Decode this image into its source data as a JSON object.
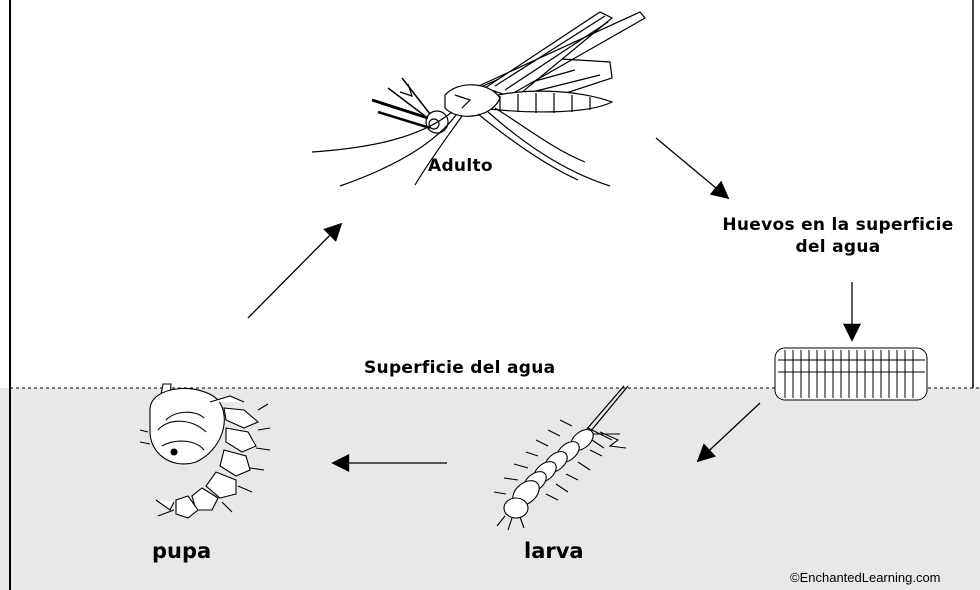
{
  "labels": {
    "adult": "Adulto",
    "eggs_line1": "Huevos en la superficie",
    "eggs_line2": "del agua",
    "surface": "Superficie del agua",
    "larva": "larva",
    "pupa": "pupa",
    "credit": "©EnchantedLearning.com"
  },
  "colors": {
    "ink": "#000000",
    "water": "#e8e8e8",
    "background": "#ffffff"
  }
}
